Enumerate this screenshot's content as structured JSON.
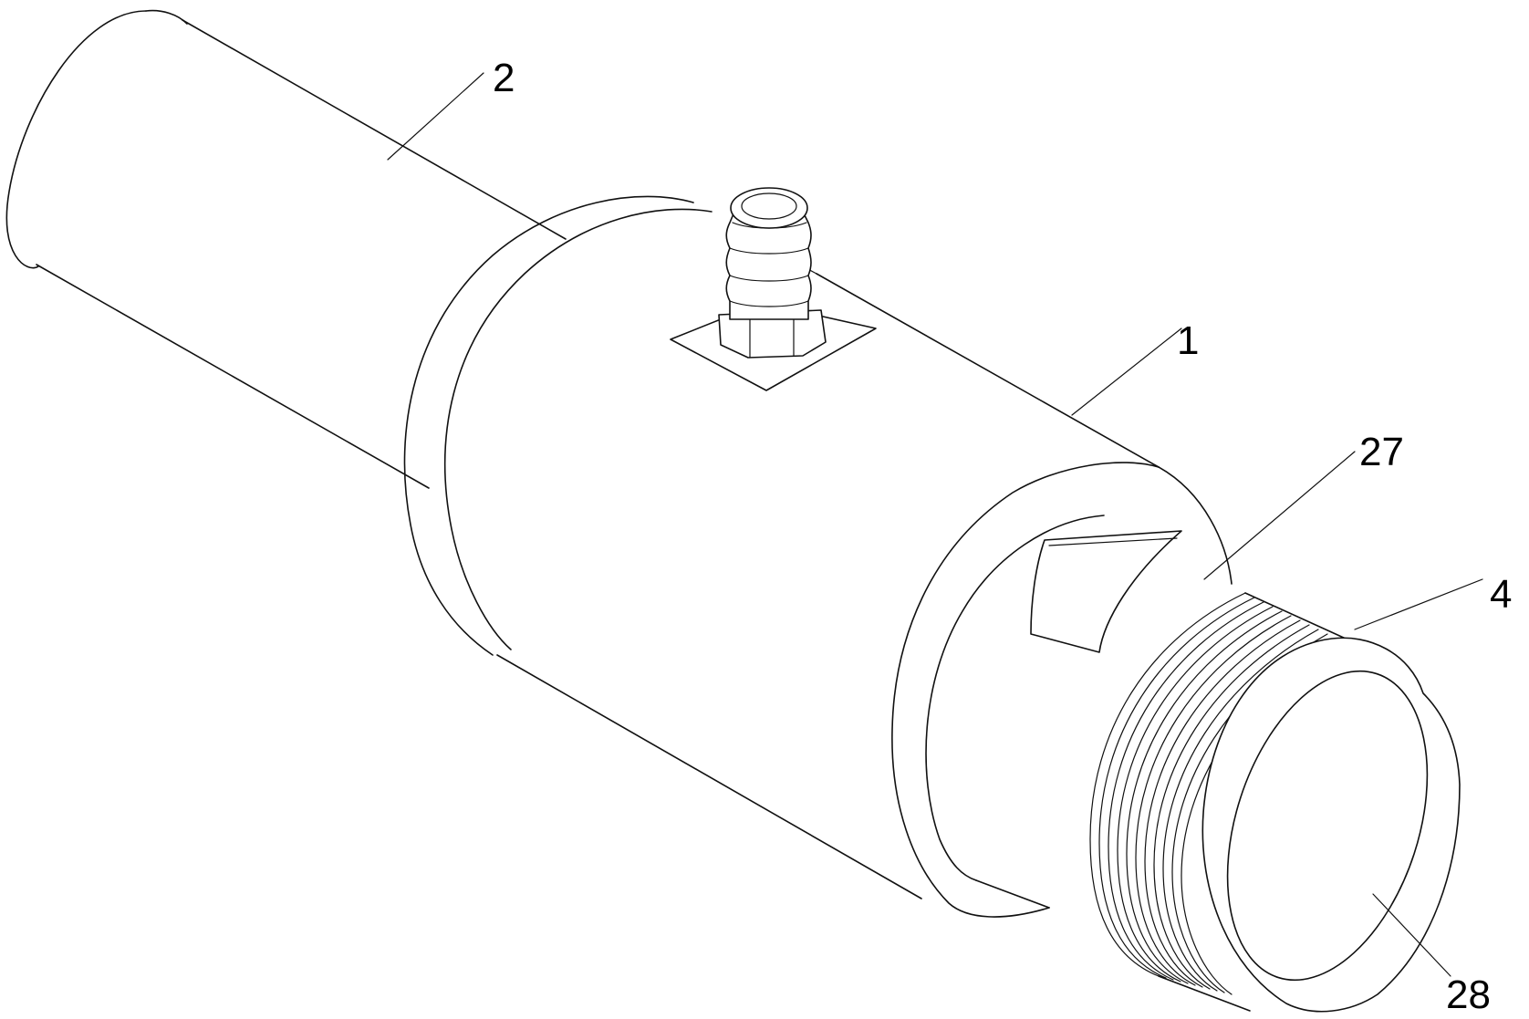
{
  "figure": {
    "callouts": [
      {
        "id": "2",
        "label": "2"
      },
      {
        "id": "1",
        "label": "1"
      },
      {
        "id": "27",
        "label": "27"
      },
      {
        "id": "4",
        "label": "4"
      },
      {
        "id": "28",
        "label": "28"
      }
    ]
  }
}
